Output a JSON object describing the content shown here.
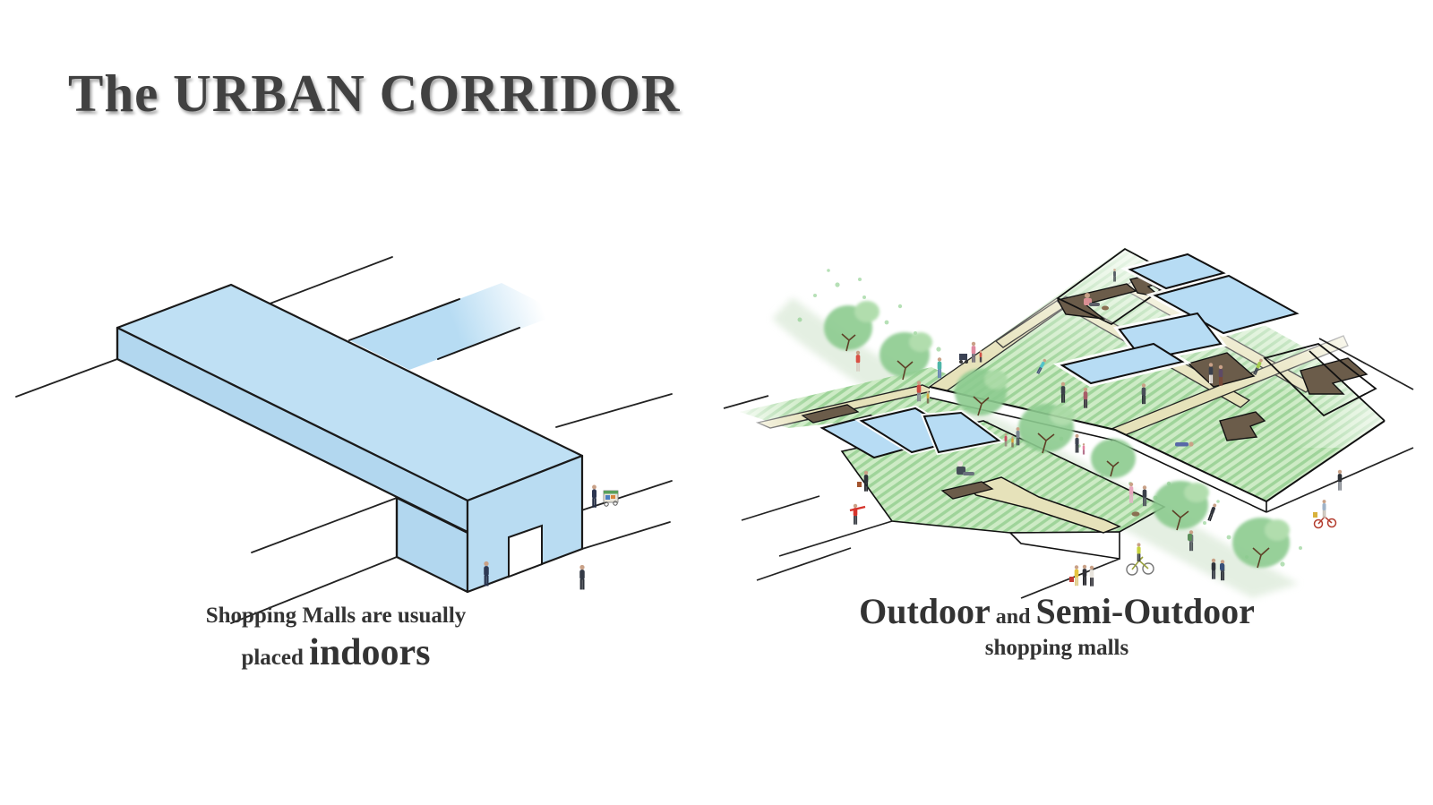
{
  "slide": {
    "title": "The URBAN CORRIDOR",
    "background_color": "#ffffff",
    "title_color": "#414141"
  },
  "left_panel": {
    "illustration": "indoor-mall-axonometric",
    "caption_line1": "Shopping Malls are usually",
    "caption_line2_prefix": "placed",
    "caption_line2_emphasis": "indoors",
    "colors": {
      "building_top": "#bfe0f4",
      "building_front": "#b2d7ef",
      "building_side": "#b9dcf2",
      "outline": "#1a1a1a"
    }
  },
  "right_panel": {
    "illustration": "outdoor-mall-axonometric",
    "caption_word1": "Outdoor",
    "caption_conjunction": "and",
    "caption_word2": "Semi-Outdoor",
    "caption_line2": "shopping malls",
    "colors": {
      "lawn_light": "#cdebc5",
      "lawn_stripe": "#9fd49a",
      "path": "#e6e2ba",
      "sunken_court": "#6b5c4a",
      "canopy_blue": "#b7dcf4",
      "tree_green": "#8ccb8f",
      "promenade_wash": "#dcead9",
      "outline": "#111111"
    }
  }
}
